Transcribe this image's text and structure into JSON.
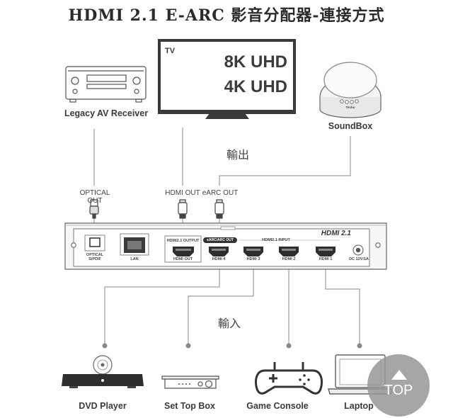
{
  "title": "HDMI 2.1 E-ARC 影音分配器-連接方式",
  "tv": {
    "label": "TV",
    "line1": "8K UHD",
    "line2": "4K UHD"
  },
  "outputs_label": "輸出",
  "inputs_label": "輸入",
  "top_devices": {
    "receiver": "Legacy AV Receiver",
    "soundbox": "SoundBox",
    "soundbox_brand": "Techo"
  },
  "cables": {
    "optical": "OPTICAL OUT",
    "hdmi": "HDMI OUT",
    "earc": "eARC OUT"
  },
  "panel": {
    "brand": "HDMI 2.1",
    "optical": "OPTICAL\nS/PDIF",
    "lan": "LAN",
    "hdmi_output_group": "HDMI2.1 OUTPUT",
    "hdmi_out": "HDMI OUT",
    "earc_badge": "eARC/ARC OUT",
    "hdmi_input_group": "HDMI2.1 INPUT",
    "hdmi4": "HDMI 4",
    "hdmi3": "HDMI 3",
    "hdmi2": "HDMI 2",
    "hdmi1": "HDMI 1",
    "dc": "DC 12V/1A"
  },
  "bottom_devices": {
    "dvd": "DVD Player",
    "stb": "Set Top Box",
    "game": "Game Console",
    "laptop": "Laptop"
  },
  "top_button": "TOP",
  "colors": {
    "line": "#777777",
    "dark": "#2e2e2e",
    "text": "#3a3a3a"
  }
}
